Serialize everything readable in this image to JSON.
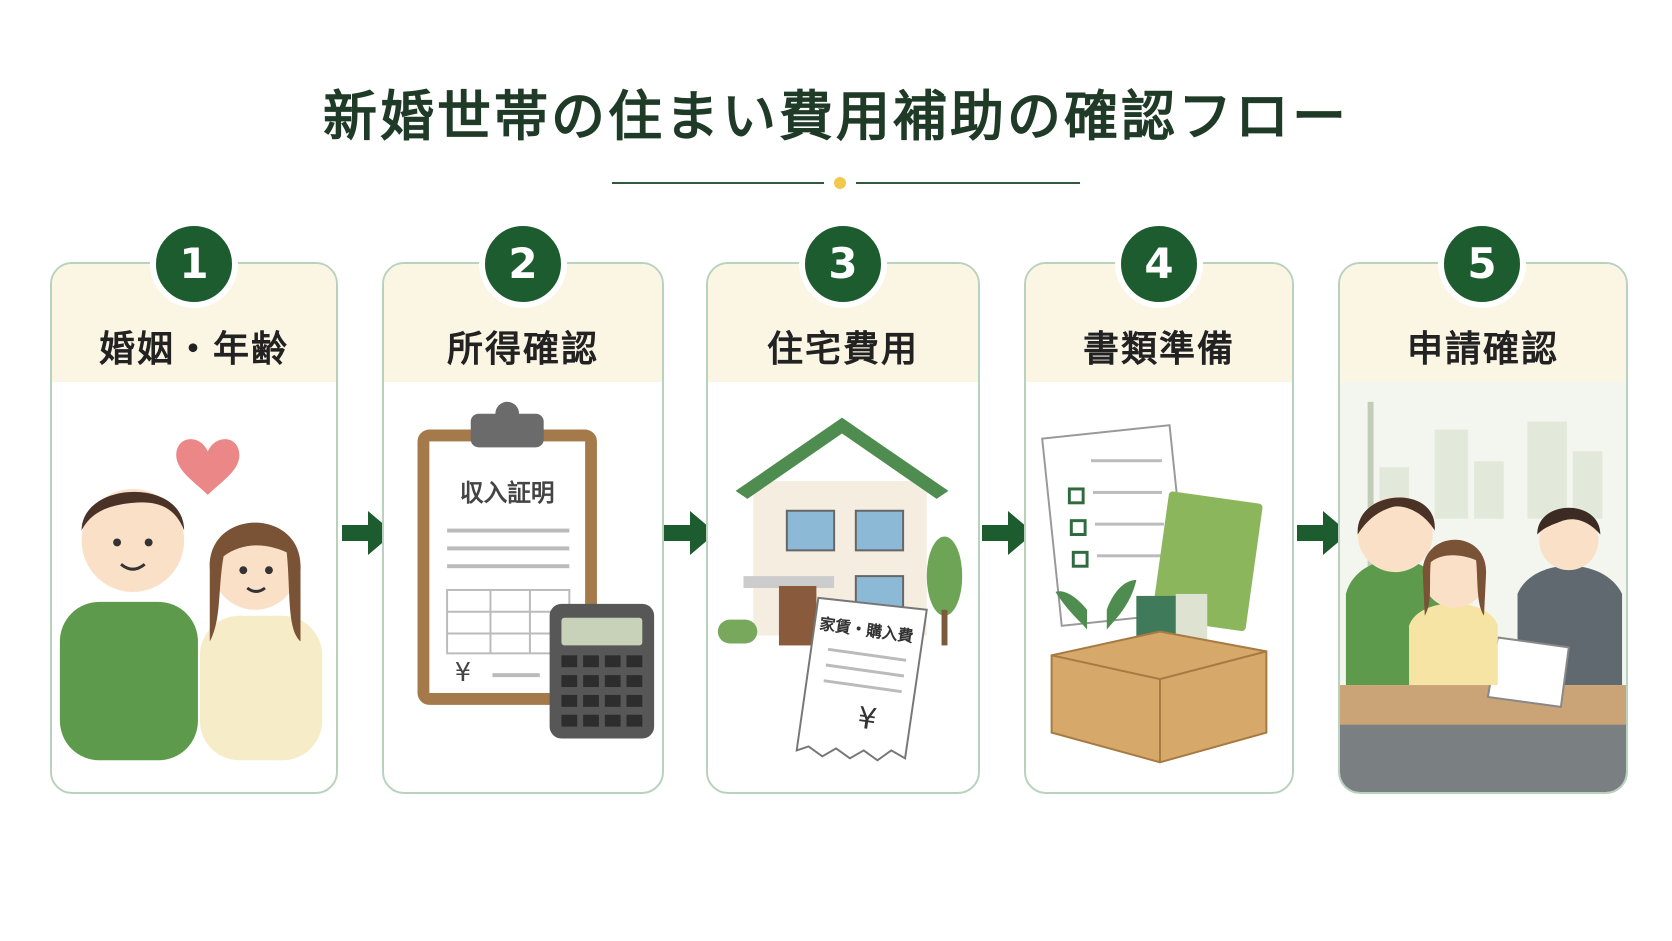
{
  "title": "新婚世帯の住まい費用補助の確認フロー",
  "steps": [
    {
      "number": "1",
      "label": "婚姻・年齢"
    },
    {
      "number": "2",
      "label": "所得確認"
    },
    {
      "number": "3",
      "label": "住宅費用"
    },
    {
      "number": "4",
      "label": "書類準備"
    },
    {
      "number": "5",
      "label": "申請確認"
    }
  ],
  "illustrations": {
    "income_title": "収入証明",
    "yen_symbol": "¥",
    "receipt_title": "家賃・購入費"
  },
  "colors": {
    "accent": "#1c5c2e",
    "card_border": "#b9d2bd",
    "header_bg": "#fbf6e4",
    "divider_dot": "#f2c94c"
  }
}
